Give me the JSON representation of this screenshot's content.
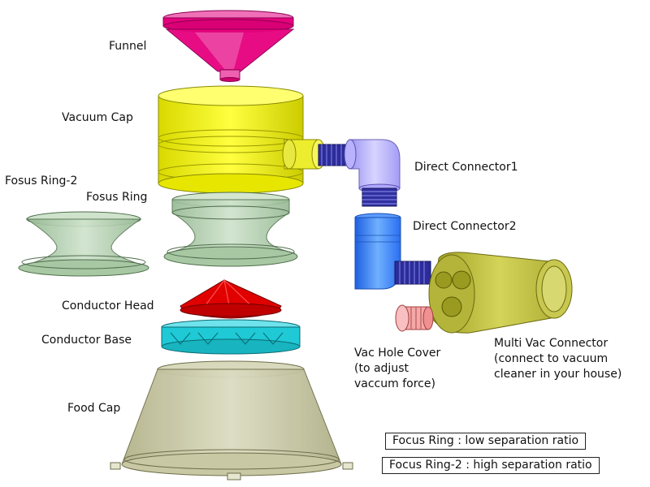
{
  "labels": {
    "funnel": "Funnel",
    "vacuum_cap": "Vacuum Cap",
    "fosus_ring_2": "Fosus Ring-2",
    "fosus_ring": "Fosus Ring",
    "conductor_head": "Conductor Head",
    "conductor_base": "Conductor Base",
    "food_cap": "Food Cap",
    "direct_connector1": "Direct Connector1",
    "direct_connector2": "Direct Connector2",
    "vac_hole_cover": [
      "Vac Hole Cover",
      "(to adjust",
      "vaccum force)"
    ],
    "multi_vac_connector": [
      "Multi Vac Connector",
      "(connect to vacuum",
      "cleaner in your house)"
    ]
  },
  "notes": {
    "focus_ring": "Focus Ring : low separation ratio",
    "focus_ring_2": "Focus Ring-2 : high separation ratio"
  },
  "colors": {
    "funnel": "#e6007e",
    "vacuum_cap": "#f2f200",
    "focus_ring": "#9fc29c",
    "conductor_head": "#e00000",
    "conductor_base": "#1fc9d6",
    "food_cap": "#bfbf95",
    "direct_connector1": "#a8a0ff",
    "direct_connector2": "#2f7cff",
    "multi_vac_connector": "#a4a428",
    "vac_hole_cover": "#f09090",
    "thread": "#2c2c9a"
  }
}
